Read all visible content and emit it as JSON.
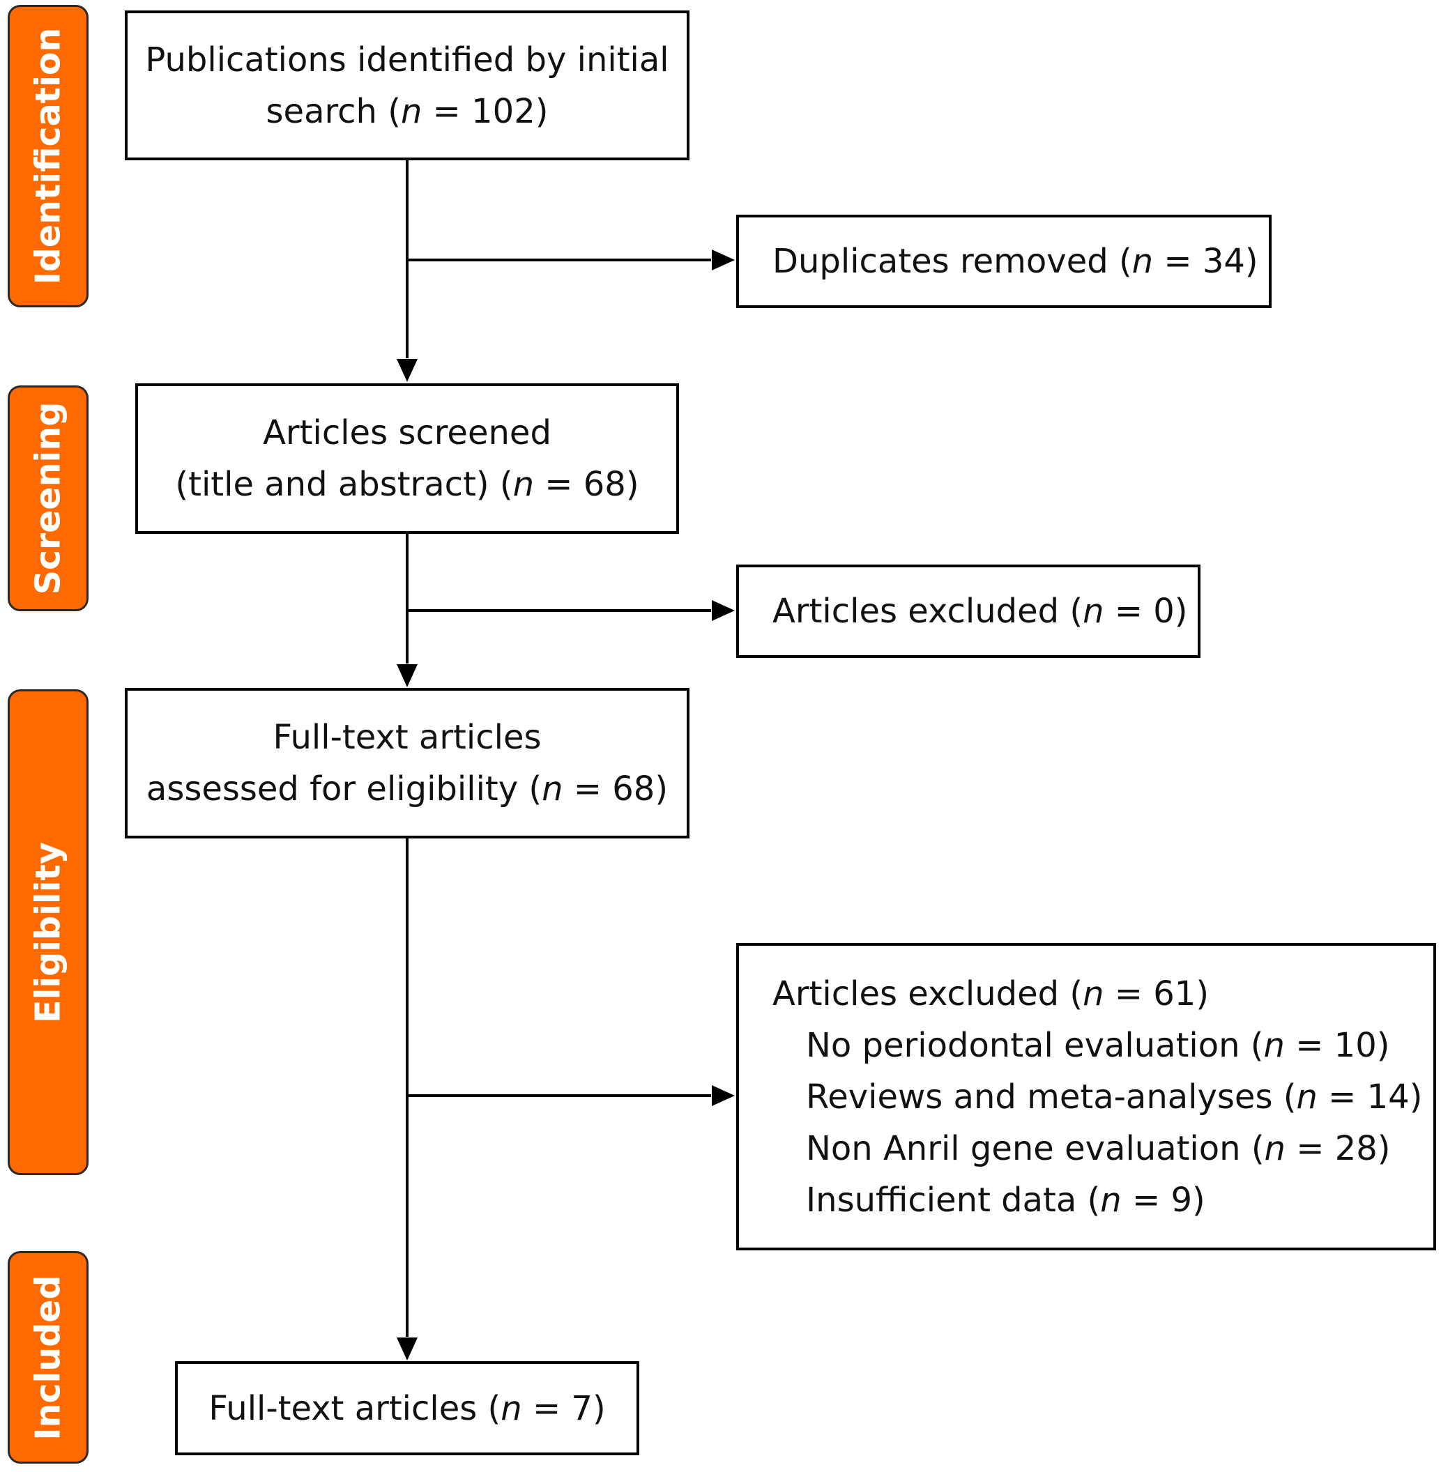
{
  "stages": {
    "identification": "Identification",
    "screening": "Screening",
    "eligibility": "Eligibility",
    "included": "Included"
  },
  "boxes": {
    "initial_search": {
      "line1": "Publications identified by initial",
      "line2_pre": "search (",
      "n_symbol": "n",
      "line2_post": " = 102)"
    },
    "duplicates": {
      "pre": "Duplicates removed (",
      "n_symbol": "n",
      "post": " = 34)"
    },
    "screened": {
      "line1": "Articles screened",
      "line2_pre": "(title and abstract) (",
      "n_symbol": "n",
      "line2_post": " = 68)"
    },
    "excluded_screening": {
      "pre": "Articles excluded (",
      "n_symbol": "n",
      "post": " = 0)"
    },
    "fulltext_assessed": {
      "line1": "Full-text articles",
      "line2_pre": "assessed for eligibility (",
      "n_symbol": "n",
      "line2_post": " = 68)"
    },
    "excluded_eligibility": {
      "header_pre": "Articles excluded (",
      "n_symbol": "n",
      "header_post": " = 61)",
      "reasons": [
        {
          "pre": "No periodontal evaluation (",
          "n_symbol": "n",
          "post": " = 10)"
        },
        {
          "pre": "Reviews and meta-analyses (",
          "n_symbol": "n",
          "post": " = 14)"
        },
        {
          "pre": "Non Anril gene evaluation (",
          "n_symbol": "n",
          "post": " = 28)"
        },
        {
          "pre": "Insufficient data (",
          "n_symbol": "n",
          "post": " = 9)"
        }
      ]
    },
    "included_articles": {
      "pre": "Full-text articles (",
      "n_symbol": "n",
      "post": " = 7)"
    }
  },
  "colors": {
    "stage_fill": "#ff6a00",
    "stage_text": "#ffffff",
    "box_border": "#000000"
  }
}
